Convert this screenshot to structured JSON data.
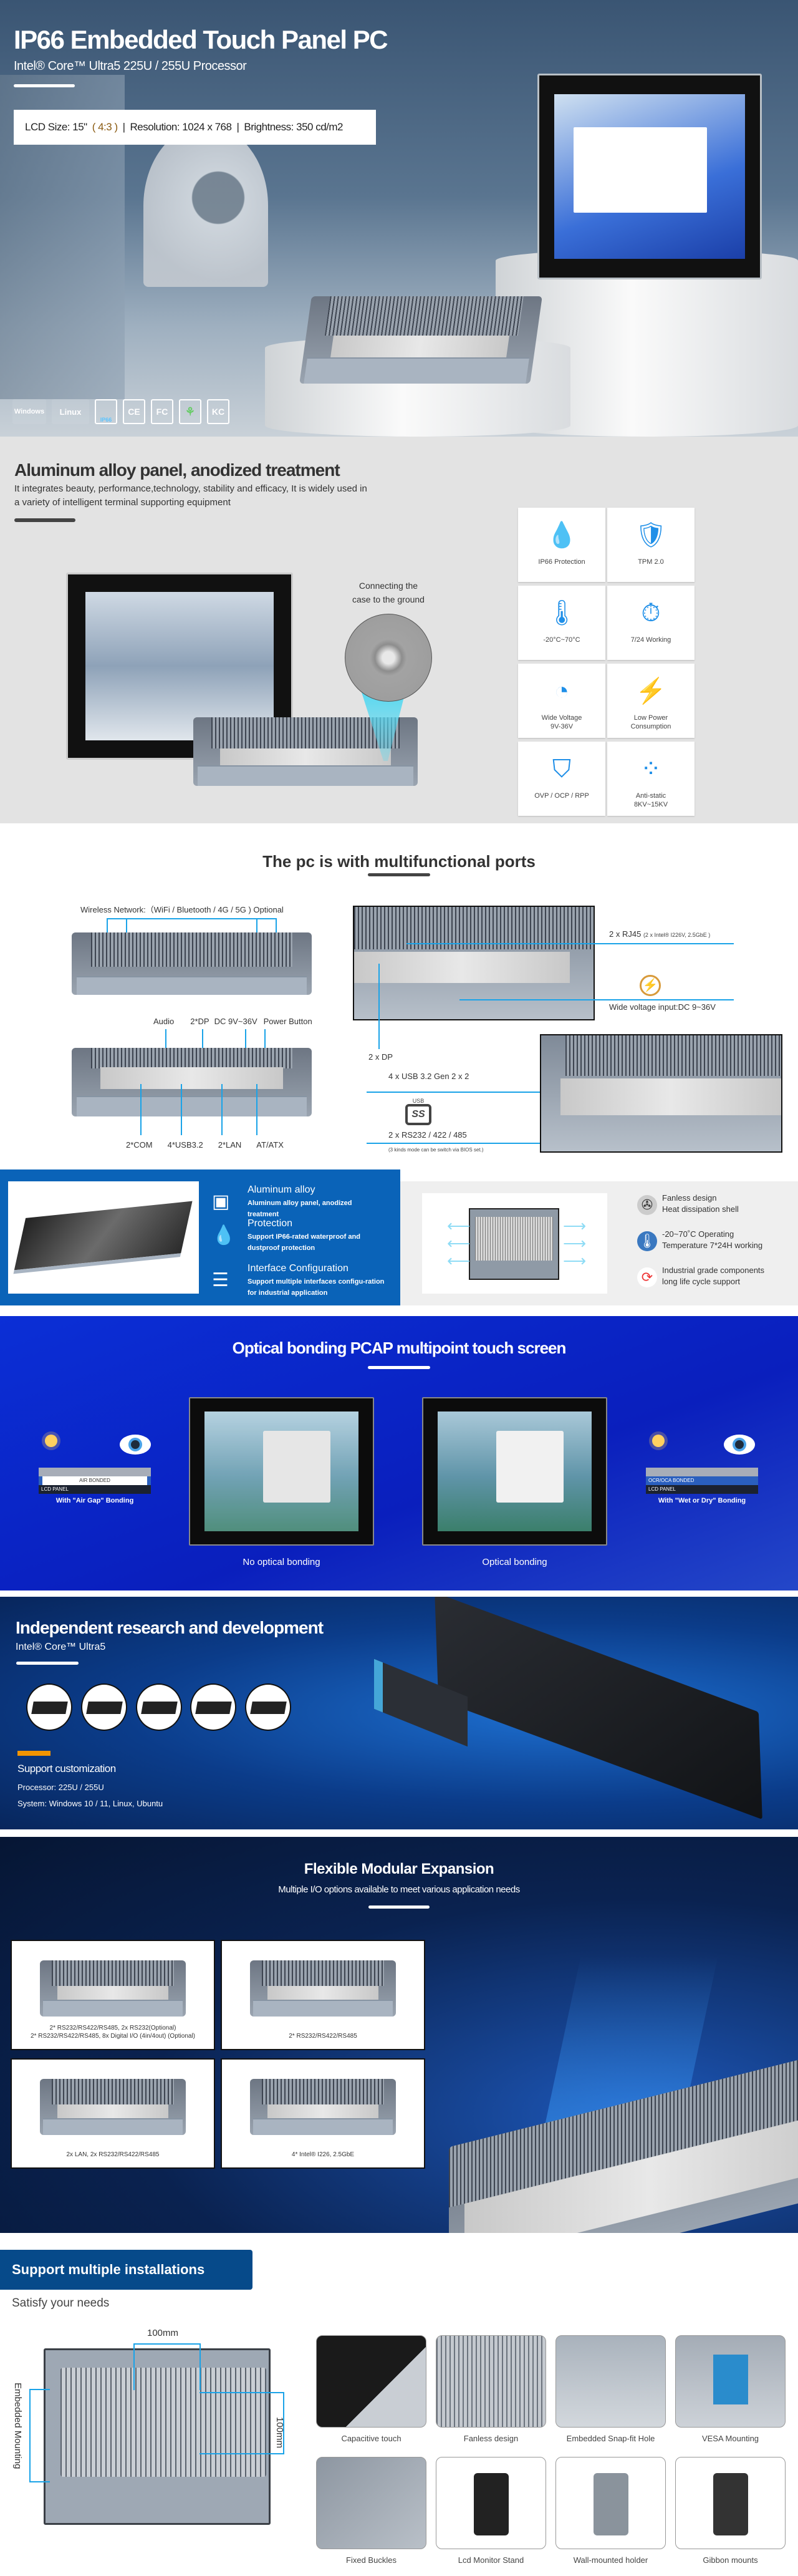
{
  "hero": {
    "title": "IP66 Embedded Touch Panel PC",
    "subtitle": "Intel® Core™ Ultra5 225U / 255U  Processor",
    "spec_lcd": "LCD Size: 15\"",
    "spec_ratio": "( 4:3 )",
    "spec_sep": "|",
    "spec_resolution": "Resolution: 1024 x 768",
    "spec_brightness": "Brightness: 350 cd/m2",
    "logos": [
      "Windows",
      "Linux",
      "IP66",
      "CE",
      "FC",
      "RoHS",
      "KC"
    ]
  },
  "aluminum": {
    "title": "Aluminum alloy panel, anodized treatment",
    "desc_line1": "It integrates beauty, performance,technology, stability and efficacy, It is widely used in",
    "desc_line2": "a variety of intelligent terminal supporting equipment",
    "ground_line1": "Connecting the",
    "ground_line2": "case to the ground",
    "features": [
      {
        "icon": "water-drop-icon",
        "label": "IP66 Protection"
      },
      {
        "icon": "shield-lock-icon",
        "label": "TPM 2.0"
      },
      {
        "icon": "thermometer-icon",
        "label": "-20°C~70°C"
      },
      {
        "icon": "clock-24-icon",
        "label": "7/24 Working"
      },
      {
        "icon": "gauge-icon",
        "label": "Wide Voltage",
        "label2": "9V-36V"
      },
      {
        "icon": "battery-bolt-icon",
        "label": "Low Power",
        "label2": "Consumption"
      },
      {
        "icon": "shield-wave-icon",
        "label": "OVP / OCP / RPP"
      },
      {
        "icon": "static-dots-icon",
        "label": "Anti-static",
        "label2": "8KV~15KV"
      }
    ]
  },
  "ports": {
    "title": "The pc is with multifunctional ports",
    "wireless": "Wireless Network:（WiFi / Bluetooth / 4G / 5G ) Optional",
    "top_labels": [
      "Audio",
      "2*DP",
      "DC 9V~36V",
      "Power Button"
    ],
    "bottom_labels": [
      "2*COM",
      "4*USB3.2",
      "2*LAN",
      "AT/ATX"
    ],
    "rj45": "2 x RJ45",
    "rj45_note": "(2 x Intel® I226V, 2.5GbE  )",
    "wide_voltage": "Wide voltage input:DC 9~36V",
    "dp": "2 x DP",
    "usb": "4 x USB 3.2  Gen 2 x 2",
    "usb_logo_label": "USB",
    "usb_logo": "SS",
    "rs": "2 x RS232 / 422 / 485",
    "rs_note": "(3 kinds mode can be switch via BIOS set.)"
  },
  "blue_features": [
    {
      "icon": "panel-frame-icon",
      "title": "Aluminum alloy",
      "desc": "Aluminum alloy panel, anodized treatment"
    },
    {
      "icon": "water-drops-icon",
      "title": "Protection",
      "desc": "Support IP66-rated waterproof and dustproof protection"
    },
    {
      "icon": "sliders-icon",
      "title": "Interface Configuration",
      "desc": "Support multiple interfaces configu-ration for industrial application"
    }
  ],
  "gray_features": [
    {
      "icon": "fan-icon",
      "line1": "Fanless design",
      "line2": "Heat dissipation shell"
    },
    {
      "icon": "temperature-icon",
      "line1": "-20~70˚C Operating",
      "line2": "Temperature 7*24H working"
    },
    {
      "icon": "cycle-arrows-icon",
      "line1": "Industrial grade components",
      "line2": "long life cycle support"
    }
  ],
  "optical": {
    "title": "Optical bonding PCAP multipoint touch screen",
    "left_layer": "AIR BONDED",
    "right_layer": "OCR/OCA BONDED",
    "lcd_panel": "LCD PANEL",
    "left_caption": "With \"Air Gap\" Bonding",
    "right_caption": "With \"Wet or Dry\" Bonding",
    "screen_left": "No optical bonding",
    "screen_right": "Optical bonding"
  },
  "rd": {
    "title": "Independent research and development",
    "subtitle": "Intel® Core™ Ultra5",
    "custom_title": "Support customization",
    "processor": "Processor: 225U / 255U",
    "system": "System: Windows 10 / 11,    Linux, Ubuntu"
  },
  "flex": {
    "title": "Flexible Modular Expansion",
    "subtitle": "Multiple I/O options available to meet various application needs",
    "cards": [
      {
        "line1": "2* RS232/RS422/RS485, 2x RS232(Optional)",
        "line2": "2* RS232/RS422/RS485, 8x Digital I/O (4in/4out) (Optional)"
      },
      {
        "line1": "2* RS232/RS422/RS485",
        "line2": ""
      },
      {
        "line1": "2x LAN, 2x RS232/RS422/RS485",
        "line2": ""
      },
      {
        "line1": "4* Intel® I226, 2.5GbE",
        "line2": ""
      }
    ]
  },
  "install": {
    "banner": "Support multiple installations",
    "subtitle": "Satisfy your needs",
    "dim_h": "100mm",
    "dim_v": "100mm",
    "embedded": "Embedded Mounting",
    "tiles": [
      "Capacitive touch",
      "Fanless design",
      "Embedded Snap-fit Hole",
      "VESA Mounting",
      "Fixed Buckles",
      "Lcd Monitor Stand",
      "Wall-mounted holder",
      "Gibbon mounts"
    ]
  },
  "colors": {
    "accent_blue": "#1aa3e8",
    "banner_blue": "#064a8a",
    "section_blue": "#0a63b8",
    "orange": "#f29400"
  }
}
